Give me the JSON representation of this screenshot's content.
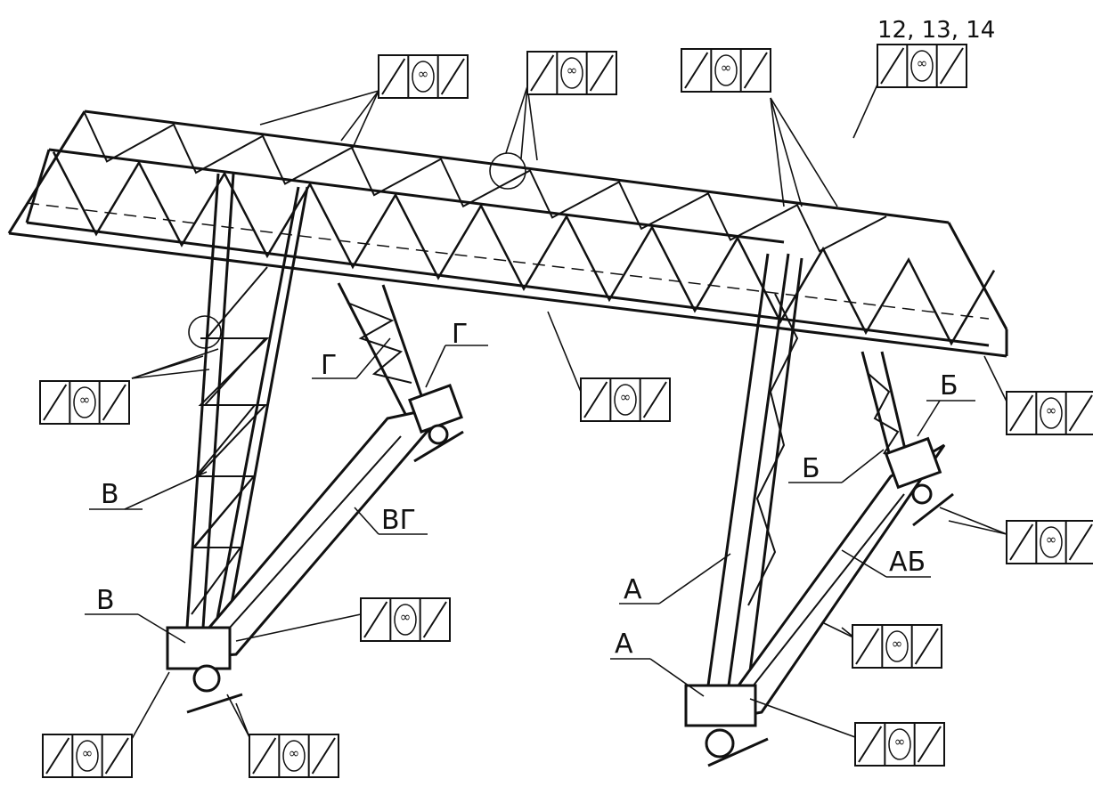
{
  "ref_note": "12, 13, 14",
  "labels": {
    "v_top": "В",
    "v_bottom": "В",
    "g_left": "Г",
    "g_right": "Г",
    "vg": "ВГ",
    "a_top": "А",
    "a_bottom": "А",
    "b_top": "Б",
    "b_bottom": "Б",
    "ab": "АБ"
  },
  "symbols": [
    {
      "id": "s1",
      "mark": "∞"
    },
    {
      "id": "s2",
      "mark": "∞"
    },
    {
      "id": "s3",
      "mark": "∞"
    },
    {
      "id": "s4",
      "mark": "∞"
    },
    {
      "id": "s5",
      "mark": "∞"
    },
    {
      "id": "s6",
      "mark": "∞"
    },
    {
      "id": "s7",
      "mark": "∞"
    },
    {
      "id": "s8",
      "mark": "∞"
    },
    {
      "id": "s9",
      "mark": "∞"
    },
    {
      "id": "s10",
      "mark": "∞"
    },
    {
      "id": "s11",
      "mark": "∞"
    },
    {
      "id": "s12",
      "mark": "∞"
    },
    {
      "id": "s13",
      "mark": "∞"
    },
    {
      "id": "s14",
      "mark": "∞"
    }
  ],
  "colors": {
    "ink": "#111111",
    "paper": "#ffffff"
  }
}
